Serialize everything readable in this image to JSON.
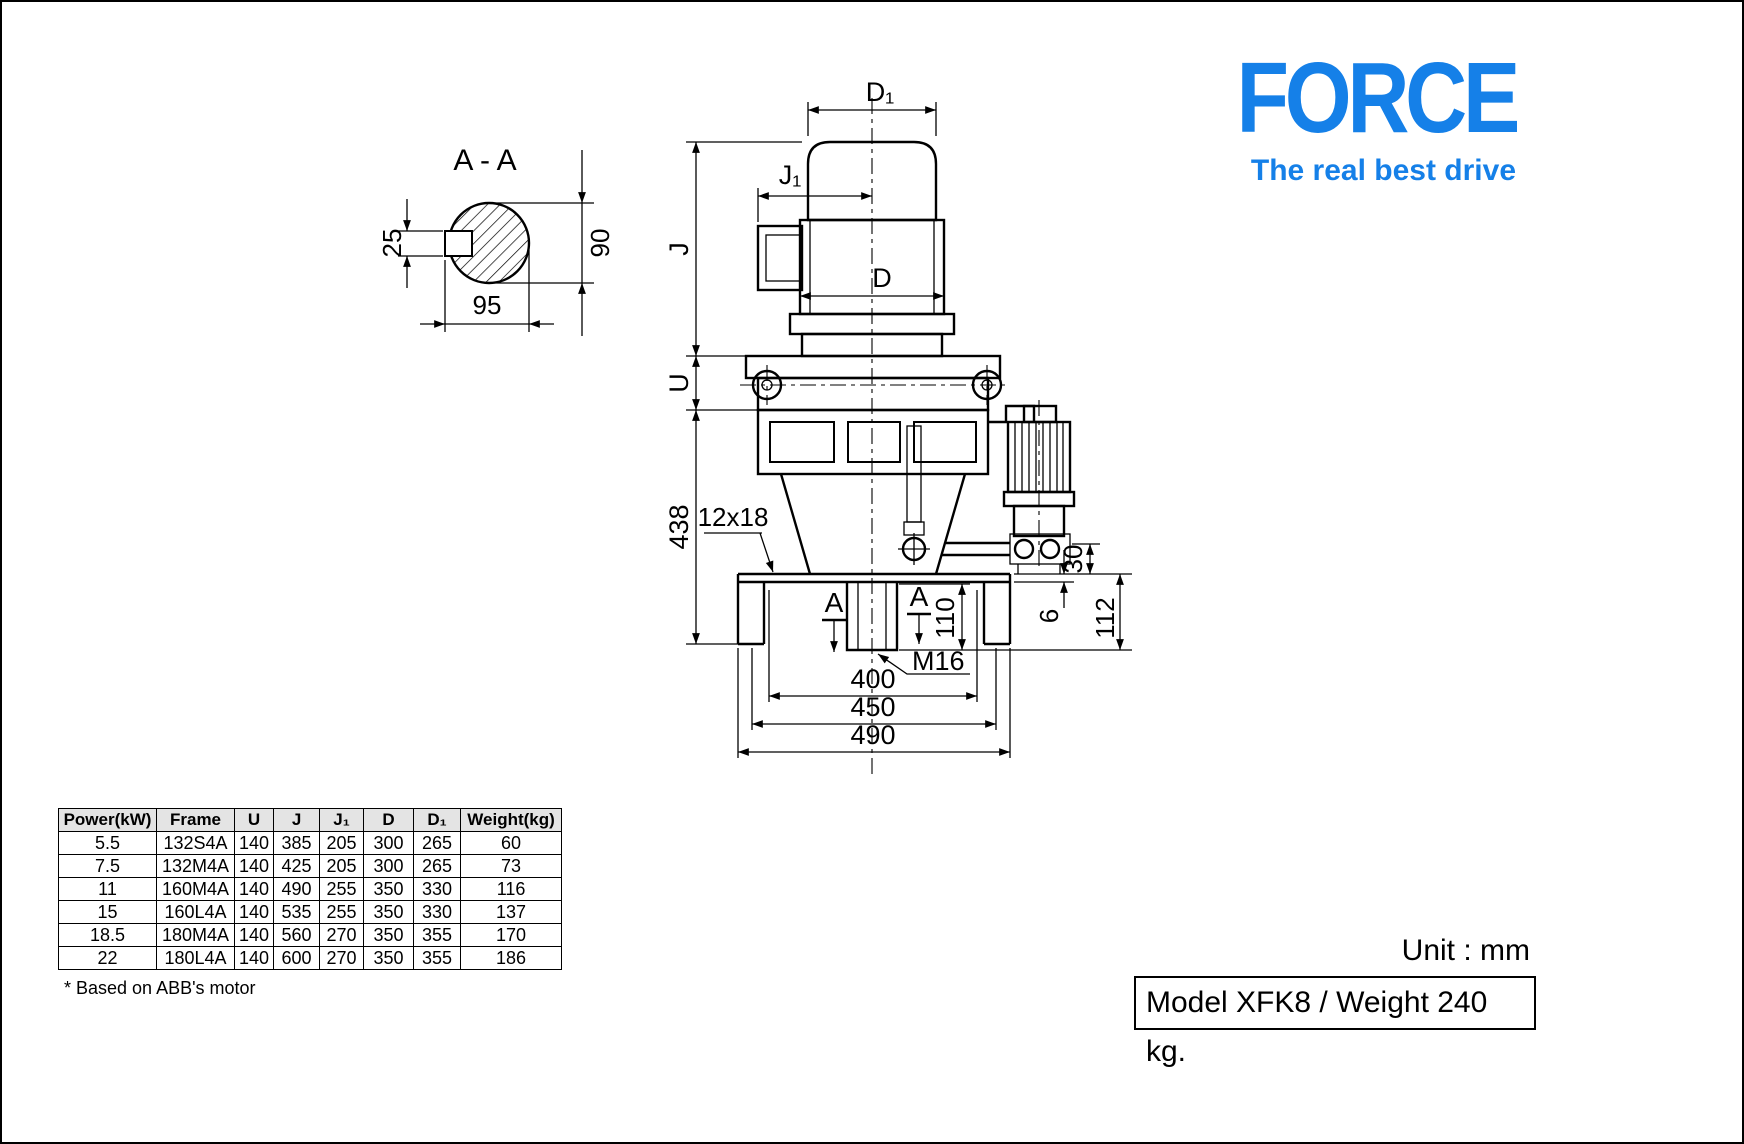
{
  "logo": {
    "title": "FORCE",
    "tagline": "The real best drive",
    "color": "#1580e8"
  },
  "drawing": {
    "section_view": {
      "title": "A - A",
      "dim_keyway": "25",
      "dim_diameter": "90",
      "dim_across": "95"
    },
    "dims": {
      "d1": "D₁",
      "j1": "J₁",
      "j": "J",
      "u": "U",
      "d": "D",
      "height_438": "438",
      "slot_12x18": "12x18",
      "dim_30": "30",
      "dim_6": "6",
      "dim_112": "112",
      "dim_110": "110",
      "thread_m16": "M16",
      "dim_400": "400",
      "dim_450": "450",
      "dim_490": "490",
      "section_marker_left": "A",
      "section_marker_right": "A"
    }
  },
  "table": {
    "headers": [
      "Power(kW)",
      "Frame",
      "U",
      "J",
      "J₁",
      "D",
      "D₁",
      "Weight(kg)"
    ],
    "rows": [
      [
        "5.5",
        "132S4A",
        "140",
        "385",
        "205",
        "300",
        "265",
        "60"
      ],
      [
        "7.5",
        "132M4A",
        "140",
        "425",
        "205",
        "300",
        "265",
        "73"
      ],
      [
        "11",
        "160M4A",
        "140",
        "490",
        "255",
        "350",
        "330",
        "116"
      ],
      [
        "15",
        "160L4A",
        "140",
        "535",
        "255",
        "350",
        "330",
        "137"
      ],
      [
        "18.5",
        "180M4A",
        "140",
        "560",
        "270",
        "350",
        "355",
        "170"
      ],
      [
        "22",
        "180L4A",
        "140",
        "600",
        "270",
        "350",
        "355",
        "186"
      ]
    ],
    "footnote": "* Based on ABB's motor"
  },
  "footer": {
    "unit": "Unit : mm",
    "model": "Model XFK8 / Weight 240 kg."
  }
}
